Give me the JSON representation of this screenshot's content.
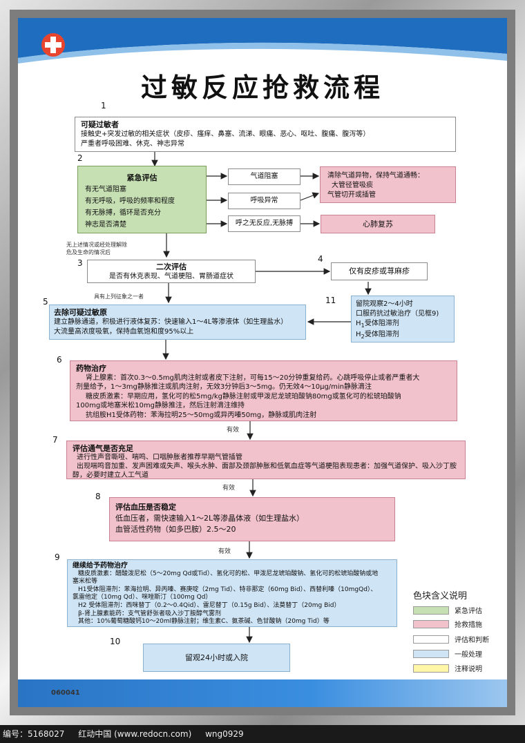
{
  "title": "过敏反应抢救流程",
  "code": "060041",
  "footer": {
    "id": "编号：5168027",
    "site": "红动中国 (www.redocn.com)",
    "author": "wng0929"
  },
  "steps": {
    "n1": "1",
    "n2": "2",
    "n3": "3",
    "n4": "4",
    "n5": "5",
    "n6": "6",
    "n7": "7",
    "n8": "8",
    "n9": "9",
    "n10": "10",
    "n11": "11"
  },
  "box1": {
    "title": "可疑过敏者",
    "lines": [
      "接触史+突发过敏的相关症状（皮疹、瘙痒、鼻塞、流涕、眼痛、恶心、呕吐、腹痛、腹泻等）",
      "严重者呼吸困难、休克、神志异常"
    ]
  },
  "box2": {
    "title": "紧急评估",
    "lines": [
      "有无气道阻塞",
      "有无呼吸，呼吸的频率和程度",
      "有无脉搏，循环是否充分",
      "神志是否清楚"
    ]
  },
  "judge": {
    "airway": "气道阻塞",
    "breath": "呼吸异常",
    "nopulse": "呼之无反应,无脉搏"
  },
  "action_airway": {
    "lines": [
      "清除气道异物，保持气道通畅：",
      "大管径管吸痰",
      "气管切开或插管"
    ]
  },
  "action_cpr": "心肺复苏",
  "note1": [
    "无上述情况或经处理解除",
    "危及生命的情况后"
  ],
  "box3": {
    "title": "二次评估",
    "sub": "是否有休克表现、气道梗阻、胃肠道症状"
  },
  "box4": "仅有皮疹或荨麻疹",
  "note2": "具有上列征象之一者",
  "box5": {
    "title": "去除可疑过敏原",
    "lines": [
      "建立静脉通道，积极进行液体复苏：快速输入1～4L等渗液体（如生理盐水）",
      "大流量高浓度吸氧，保持血氧饱和度95%以上"
    ]
  },
  "box11": {
    "lines": [
      "留院观察2～4小时",
      "口服药抗过敏治疗（见框9)"
    ],
    "h1": "H",
    "h1sub": "1",
    "h1txt": "受体阻滞剂",
    "h2": "H",
    "h2sub": "2",
    "h2txt": "受体阻滞剂"
  },
  "box6": {
    "title": "药物治疗",
    "lines": [
      "肾上腺素：首次0.3～0.5mg肌肉注射或者皮下注射，可每15～20分钟重复给药。心跳呼吸停止或者严重者大",
      "剂量给予，1～3mg静脉推注或肌肉注射，无效3分钟后3～5mg。仍无效4～10μg/min静脉滴注",
      "糖皮质激素：早期应用，氢化可的松5mg/kg静脉注射或甲泼尼龙琥珀酸钠80mg或氢化可的松琥珀酸钠",
      "100mg或地塞米松10mg静脉推注，然后注射滴注维持",
      "抗组胺H1受体药物：苯海拉明25～50mg或异丙嗪50mg，静脉或肌肉注射"
    ]
  },
  "eff1": "有效",
  "eff2": "有效",
  "eff3": "有效",
  "box7": {
    "title": "评估通气是否充足",
    "lines": [
      "进行性声音嘶哑、喘鸣、口咽肿胀者推荐早期气管插管",
      "出现喘鸣音加重、发声困难或失声、喉头水肿、面部及颈部肿胀和低氧血症等气道梗阻表现患者：加强气道保护、吸入沙丁胺",
      "醇，必要时建立人工气道"
    ]
  },
  "box8": {
    "title": "评估血压是否稳定",
    "lines": [
      "低血压者，需快速输入1～2L等渗晶体液（如生理盐水）",
      "血管活性药物（如多巴胺）2.5～20"
    ]
  },
  "box9": {
    "title": "继续给予药物治疗",
    "lines": [
      "糖皮质激素：醋酸泼尼松（5～20mg Qd或Tid）、氢化可的松、甲泼尼龙琥珀酸钠、氢化可的松琥珀酸钠或地",
      "塞米松等",
      "H1受体阻滞剂：苯海拉明、异丙嗪、赛庚啶（2mg Tid）、特非那定（60mg Bid）、西替利嗪（10mgQd）、",
      "氯雷他定（10mg Qd）、咪唑斯汀（100mg Qd）",
      "H2 受体阻滞剂：西咪替丁（0.2～0.4Qid）、雷尼替丁（0.15g Bid）、法莫替丁（20mg Bid）",
      "β-肾上腺素能药：支气管舒张者吸入沙丁胺醇气雾剂",
      "其他：10%葡萄糖酸钙10～20ml静脉注射；维生素C、氨茶碱、色甘酸钠（20mg Tid）等"
    ]
  },
  "box10": "留观24小时或入院",
  "legend": {
    "title": "色块含义说明",
    "items": [
      {
        "label": "紧急评估",
        "color": "#c6e0b4"
      },
      {
        "label": "抢救措施",
        "color": "#f2c2cc"
      },
      {
        "label": "评估和判断",
        "color": "#ffffff"
      },
      {
        "label": "一般处理",
        "color": "#cfe4f5"
      },
      {
        "label": "注释说明",
        "color": "#fff6a8"
      }
    ]
  }
}
